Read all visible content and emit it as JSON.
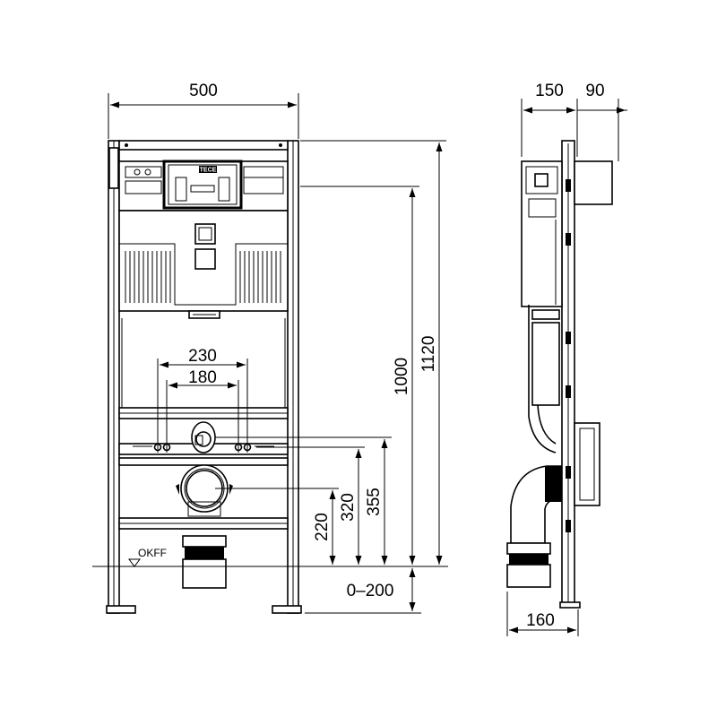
{
  "dimensions": {
    "front_width": "500",
    "side_depth": "150",
    "side_offset": "90",
    "axle_230": "230",
    "axle_180": "180",
    "height_1000": "1000",
    "height_1120": "1120",
    "height_355": "355",
    "height_320": "320",
    "height_220": "220",
    "adjust_range": "0–200",
    "foot_depth": "160"
  },
  "labels": {
    "floor_level": "OKFF",
    "brand": "TECE"
  }
}
